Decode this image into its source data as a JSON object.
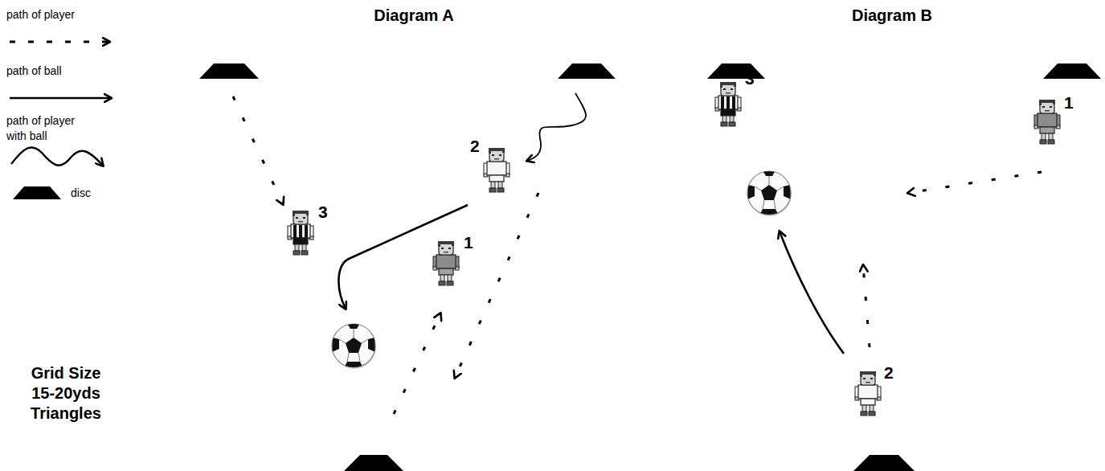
{
  "diagram": {
    "labels": [
      "Diagram A",
      "Diagram B",
      "Grid Size 15-20yds Triangles",
      "3",
      "2",
      "1",
      "3",
      "1",
      "2"
    ],
    "legend": [
      {
        "text": "path of player"
      },
      {
        "text": "path of ball"
      },
      {
        "text": "path of player with ball"
      },
      {
        "text": "disc"
      }
    ]
  }
}
